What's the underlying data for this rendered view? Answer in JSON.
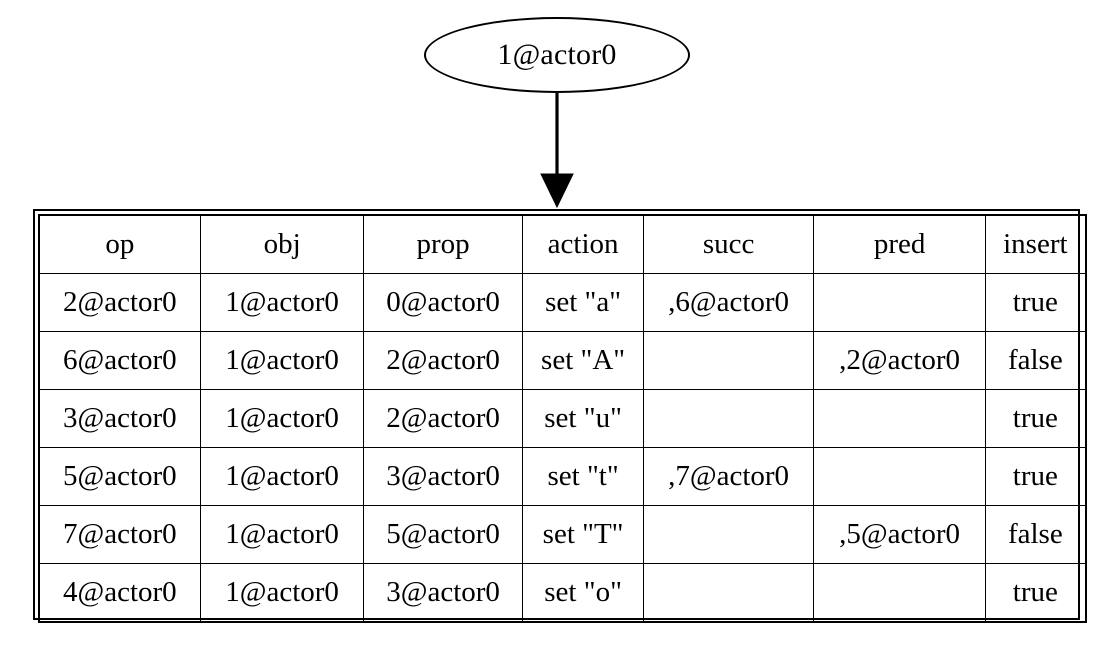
{
  "graph": {
    "node": {
      "label": "1@actor0"
    },
    "edge": {
      "from": "1@actor0",
      "to": "op-table",
      "arrowhead": "normal"
    },
    "table": {
      "columns": [
        "op",
        "obj",
        "prop",
        "action",
        "succ",
        "pred",
        "insert"
      ],
      "rows": [
        {
          "op": "2@actor0",
          "obj": "1@actor0",
          "prop": "0@actor0",
          "action": "set \"a\"",
          "succ": ",6@actor0",
          "pred": "",
          "insert": "true"
        },
        {
          "op": "6@actor0",
          "obj": "1@actor0",
          "prop": "2@actor0",
          "action": "set \"A\"",
          "succ": "",
          "pred": ",2@actor0",
          "insert": "false"
        },
        {
          "op": "3@actor0",
          "obj": "1@actor0",
          "prop": "2@actor0",
          "action": "set \"u\"",
          "succ": "",
          "pred": "",
          "insert": "true"
        },
        {
          "op": "5@actor0",
          "obj": "1@actor0",
          "prop": "3@actor0",
          "action": "set \"t\"",
          "succ": ",7@actor0",
          "pred": "",
          "insert": "true"
        },
        {
          "op": "7@actor0",
          "obj": "1@actor0",
          "prop": "5@actor0",
          "action": "set \"T\"",
          "succ": "",
          "pred": ",5@actor0",
          "insert": "false"
        },
        {
          "op": "4@actor0",
          "obj": "1@actor0",
          "prop": "3@actor0",
          "action": "set \"o\"",
          "succ": "",
          "pred": "",
          "insert": "true"
        }
      ]
    },
    "colors": {
      "stroke": "#000000",
      "background": "#ffffff",
      "text": "#000000"
    }
  }
}
